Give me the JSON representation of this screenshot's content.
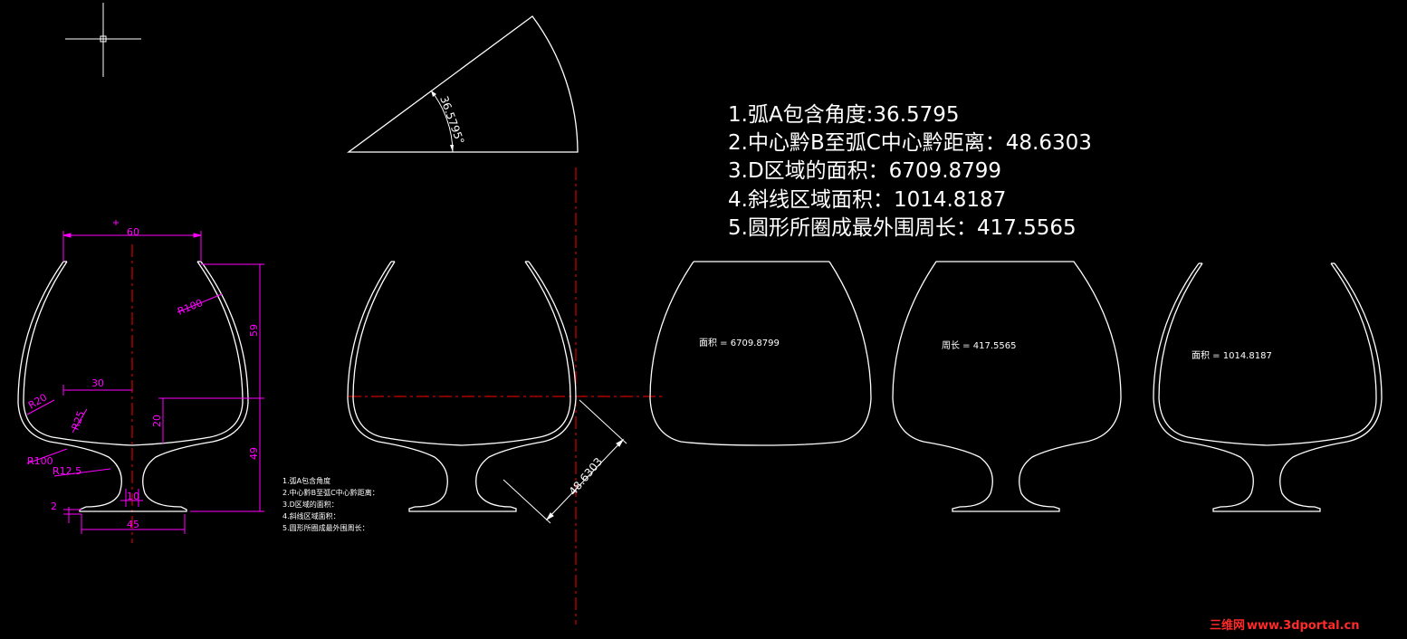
{
  "colors": {
    "background": "#000000",
    "geometry": "#ffffff",
    "dimension": "#ff00ff",
    "centerline": "#ff0000",
    "watermark_red": "#ff2a2a",
    "watermark_white": "#ffffff"
  },
  "dimensions": {
    "top_width": "60",
    "r100_upper": "R100",
    "height_59": "59",
    "half_30": "30",
    "r20": "R20",
    "r25": "R25",
    "h_20": "20",
    "h_49": "49",
    "r100_lower": "R100",
    "r12_5": "R12.5",
    "stem_10": "10",
    "base_2": "2",
    "base_45": "45"
  },
  "questions_small": [
    "1.弧A包含角度",
    "2.中心黔B至弧C中心黔距离：",
    "3.D区域的面积：",
    "4.斜线区域面积：",
    "5.圆形所圈成最外围周长："
  ],
  "answers": [
    "1.弧A包含角度:36.5795",
    "2.中心黔B至弧C中心黔距离：48.6303",
    "3.D区域的面积：6709.8799",
    "4.斜线区域面积：1014.8187",
    "5.圆形所圈成最外围周长：417.5565"
  ],
  "angle_label": "36.5795°",
  "distance_label": "48.6303",
  "area_d_label": "面积 = 6709.8799",
  "perimeter_label": "周长 = 417.5565",
  "hatched_area_label": "面积 = 1014.8187",
  "watermark": {
    "part1": "三维网",
    "part2": "www.3dportal.cn"
  },
  "icons": [
    "crosshair-cursor-icon"
  ]
}
